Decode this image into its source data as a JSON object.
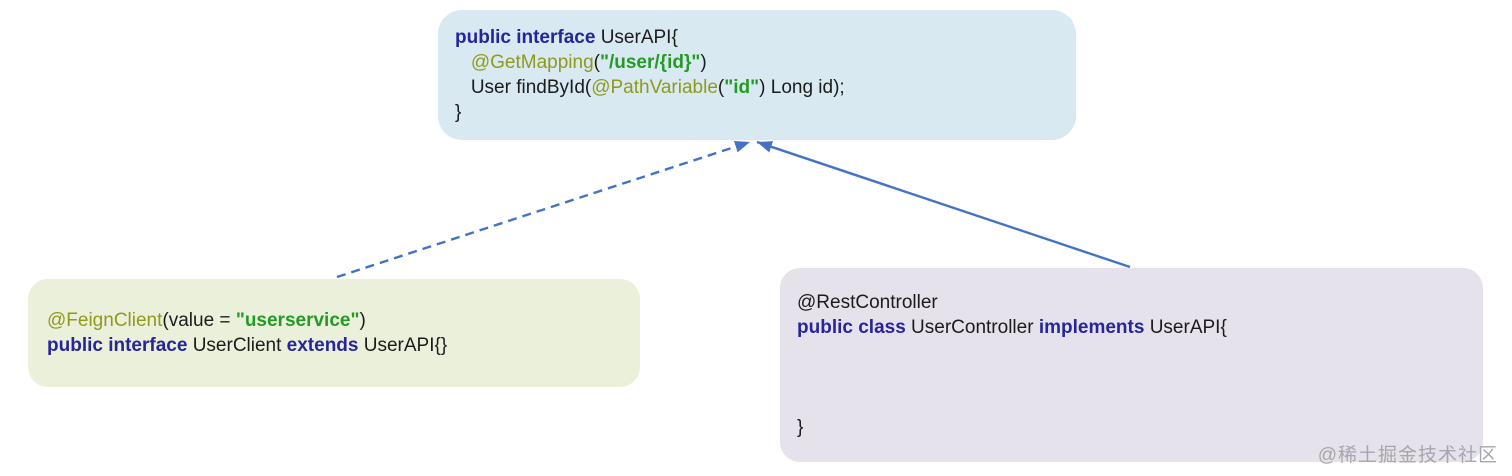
{
  "colors": {
    "api_box_bg": "#d9e9f1",
    "client_box_bg": "#ebf0db",
    "controller_box_bg": "#e6e2ec",
    "keyword": "#26269a",
    "annotation": "#8f9a1b",
    "string": "#259b25",
    "code": "#1b1b1b",
    "arrow": "#4473c5",
    "watermark": "#a8a5ae"
  },
  "diagram": {
    "api_box": {
      "lines": [
        [
          {
            "t": "public interface",
            "c": "kw",
            "b": true
          },
          {
            "t": " UserAPI{",
            "c": "pl"
          }
        ],
        [
          {
            "t": "   ",
            "c": "pl"
          },
          {
            "t": "@GetMapping",
            "c": "ann"
          },
          {
            "t": "(",
            "c": "pl"
          },
          {
            "t": "\"/user/{id}\"",
            "c": "str",
            "b": true
          },
          {
            "t": ")",
            "c": "pl"
          }
        ],
        [
          {
            "t": "   User findById(",
            "c": "pl"
          },
          {
            "t": "@PathVariable",
            "c": "ann"
          },
          {
            "t": "(",
            "c": "pl"
          },
          {
            "t": "\"id\"",
            "c": "str",
            "b": true
          },
          {
            "t": ") Long id);",
            "c": "pl"
          }
        ],
        [
          {
            "t": "}",
            "c": "pl"
          }
        ]
      ]
    },
    "client_box": {
      "lines": [
        [
          {
            "t": "@FeignClient",
            "c": "ann"
          },
          {
            "t": "(value = ",
            "c": "pl"
          },
          {
            "t": "\"userservice\"",
            "c": "str",
            "b": true
          },
          {
            "t": ")",
            "c": "pl"
          }
        ],
        [
          {
            "t": "public interface",
            "c": "kw",
            "b": true
          },
          {
            "t": " UserClient ",
            "c": "pl"
          },
          {
            "t": "extends",
            "c": "kw",
            "b": true
          },
          {
            "t": " UserAPI{}",
            "c": "pl"
          }
        ]
      ]
    },
    "controller_box": {
      "lines": [
        [
          {
            "t": "@RestController",
            "c": "pl"
          }
        ],
        [
          {
            "t": "public class",
            "c": "kw",
            "b": true
          },
          {
            "t": " UserController ",
            "c": "pl"
          },
          {
            "t": "implements",
            "c": "kw",
            "b": true
          },
          {
            "t": " UserAPI{",
            "c": "pl"
          }
        ],
        [],
        [],
        [],
        [
          {
            "t": "}",
            "c": "pl"
          }
        ]
      ]
    },
    "arrows": [
      {
        "name": "extends-arrow",
        "line_style": "dashed"
      },
      {
        "name": "implements-arrow",
        "line_style": "solid"
      }
    ],
    "watermark": "@稀土掘金技术社区"
  }
}
